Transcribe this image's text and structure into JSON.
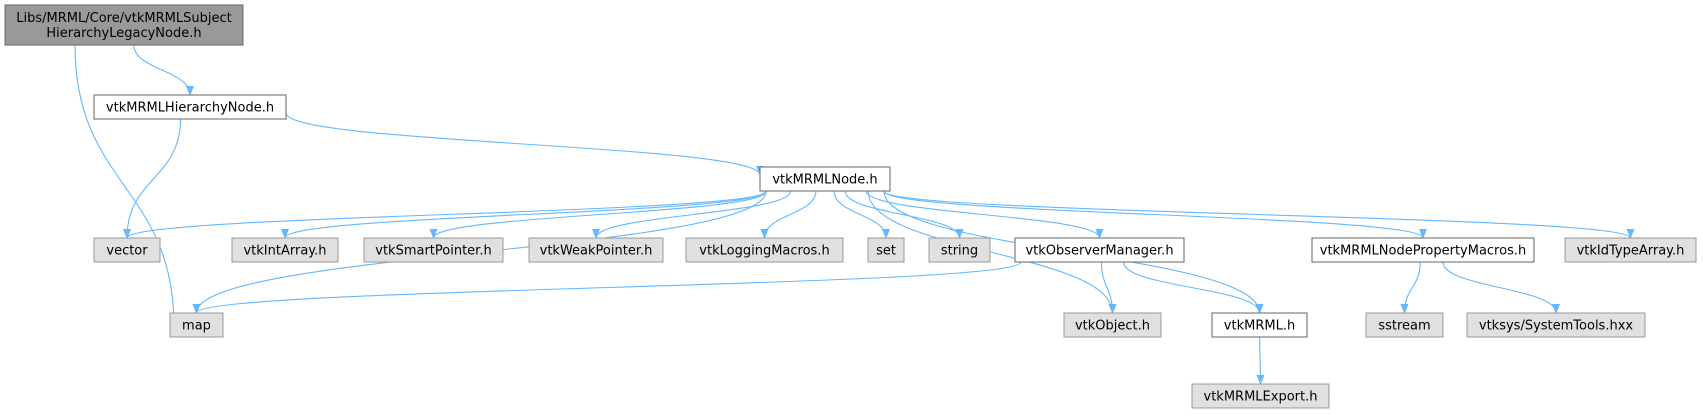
{
  "colors": {
    "edge": "#63b8ff",
    "root_fill": "#999999",
    "root_stroke": "#666666",
    "documented_fill": "#ffffff",
    "documented_stroke": "#666666",
    "external_fill": "#e0e0e0",
    "external_stroke": "#999999"
  },
  "nodes": [
    {
      "id": "root",
      "lines": [
        "Libs/MRML/Core/vtkMRMLSubject",
        "HierarchyLegacyNode.h"
      ],
      "kind": "root"
    },
    {
      "id": "hier",
      "lines": [
        "vtkMRMLHierarchyNode.h"
      ],
      "kind": "documented"
    },
    {
      "id": "node",
      "lines": [
        "vtkMRMLNode.h"
      ],
      "kind": "documented"
    },
    {
      "id": "vector",
      "lines": [
        "vector"
      ],
      "kind": "external"
    },
    {
      "id": "map",
      "lines": [
        "map"
      ],
      "kind": "external"
    },
    {
      "id": "intarray",
      "lines": [
        "vtkIntArray.h"
      ],
      "kind": "external"
    },
    {
      "id": "smartptr",
      "lines": [
        "vtkSmartPointer.h"
      ],
      "kind": "external"
    },
    {
      "id": "weakptr",
      "lines": [
        "vtkWeakPointer.h"
      ],
      "kind": "external"
    },
    {
      "id": "logging",
      "lines": [
        "vtkLoggingMacros.h"
      ],
      "kind": "external"
    },
    {
      "id": "set",
      "lines": [
        "set"
      ],
      "kind": "external"
    },
    {
      "id": "string",
      "lines": [
        "string"
      ],
      "kind": "external"
    },
    {
      "id": "obsmgr",
      "lines": [
        "vtkObserverManager.h"
      ],
      "kind": "documented"
    },
    {
      "id": "propmacros",
      "lines": [
        "vtkMRMLNodePropertyMacros.h"
      ],
      "kind": "documented"
    },
    {
      "id": "idtype",
      "lines": [
        "vtkIdTypeArray.h"
      ],
      "kind": "external"
    },
    {
      "id": "vtkobject",
      "lines": [
        "vtkObject.h"
      ],
      "kind": "external"
    },
    {
      "id": "mrmlh",
      "lines": [
        "vtkMRML.h"
      ],
      "kind": "documented"
    },
    {
      "id": "sstream",
      "lines": [
        "sstream"
      ],
      "kind": "external"
    },
    {
      "id": "systools",
      "lines": [
        "vtksys/SystemTools.hxx"
      ],
      "kind": "external"
    },
    {
      "id": "export",
      "lines": [
        "vtkMRMLExport.h"
      ],
      "kind": "external"
    }
  ],
  "edges": [
    [
      "root",
      "hier"
    ],
    [
      "root",
      "map"
    ],
    [
      "hier",
      "vector"
    ],
    [
      "hier",
      "node"
    ],
    [
      "node",
      "vector"
    ],
    [
      "node",
      "map"
    ],
    [
      "node",
      "intarray"
    ],
    [
      "node",
      "smartptr"
    ],
    [
      "node",
      "weakptr"
    ],
    [
      "node",
      "logging"
    ],
    [
      "node",
      "set"
    ],
    [
      "node",
      "string"
    ],
    [
      "node",
      "obsmgr"
    ],
    [
      "node",
      "vtkobject"
    ],
    [
      "node",
      "mrmlh"
    ],
    [
      "node",
      "propmacros"
    ],
    [
      "node",
      "idtype"
    ],
    [
      "obsmgr",
      "map"
    ],
    [
      "obsmgr",
      "vtkobject"
    ],
    [
      "obsmgr",
      "mrmlh"
    ],
    [
      "propmacros",
      "sstream"
    ],
    [
      "propmacros",
      "systools"
    ],
    [
      "mrmlh",
      "export"
    ]
  ]
}
